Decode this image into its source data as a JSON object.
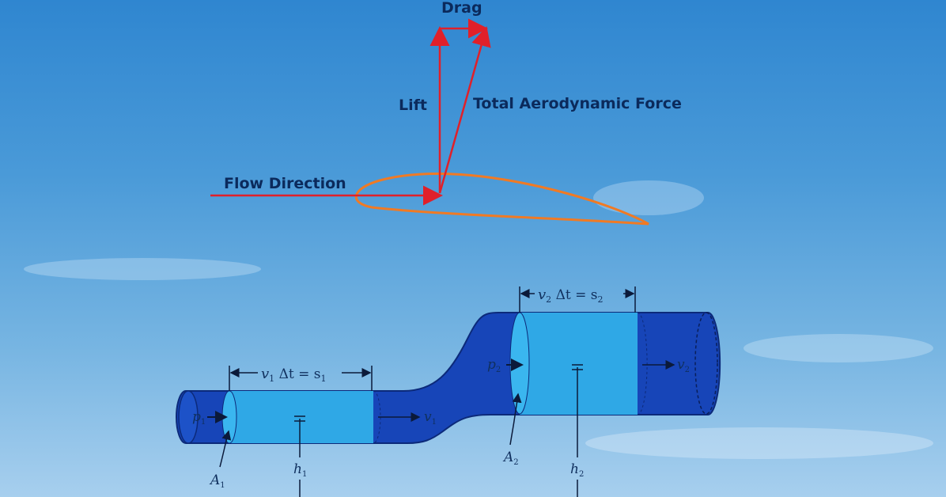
{
  "airfoil": {
    "drag_label": "Drag",
    "lift_label": "Lift",
    "total_force_label": "Total Aerodynamic Force",
    "flow_label": "Flow Direction"
  },
  "pipe": {
    "seg1_label": {
      "v": "v",
      "vsub": "1",
      "mid": " Δt = s",
      "ssub": "1"
    },
    "seg2_label": {
      "v": "v",
      "vsub": "2",
      "mid": " Δt = s",
      "ssub": "2"
    },
    "p1": {
      "main": "p",
      "sub": "1"
    },
    "p2": {
      "main": "p",
      "sub": "2"
    },
    "v1": {
      "main": "v",
      "sub": "1"
    },
    "v2": {
      "main": "v",
      "sub": "2"
    },
    "A1": {
      "main": "A",
      "sub": "1"
    },
    "A2": {
      "main": "A",
      "sub": "2"
    },
    "h1": {
      "main": "h",
      "sub": "1"
    },
    "h2": {
      "main": "h",
      "sub": "2"
    }
  },
  "colors": {
    "force_arrow": "#e0202a",
    "airfoil_outline": "#f07a24",
    "pipe_dark": "#1745b8",
    "pipe_light": "#2fa8e6"
  }
}
